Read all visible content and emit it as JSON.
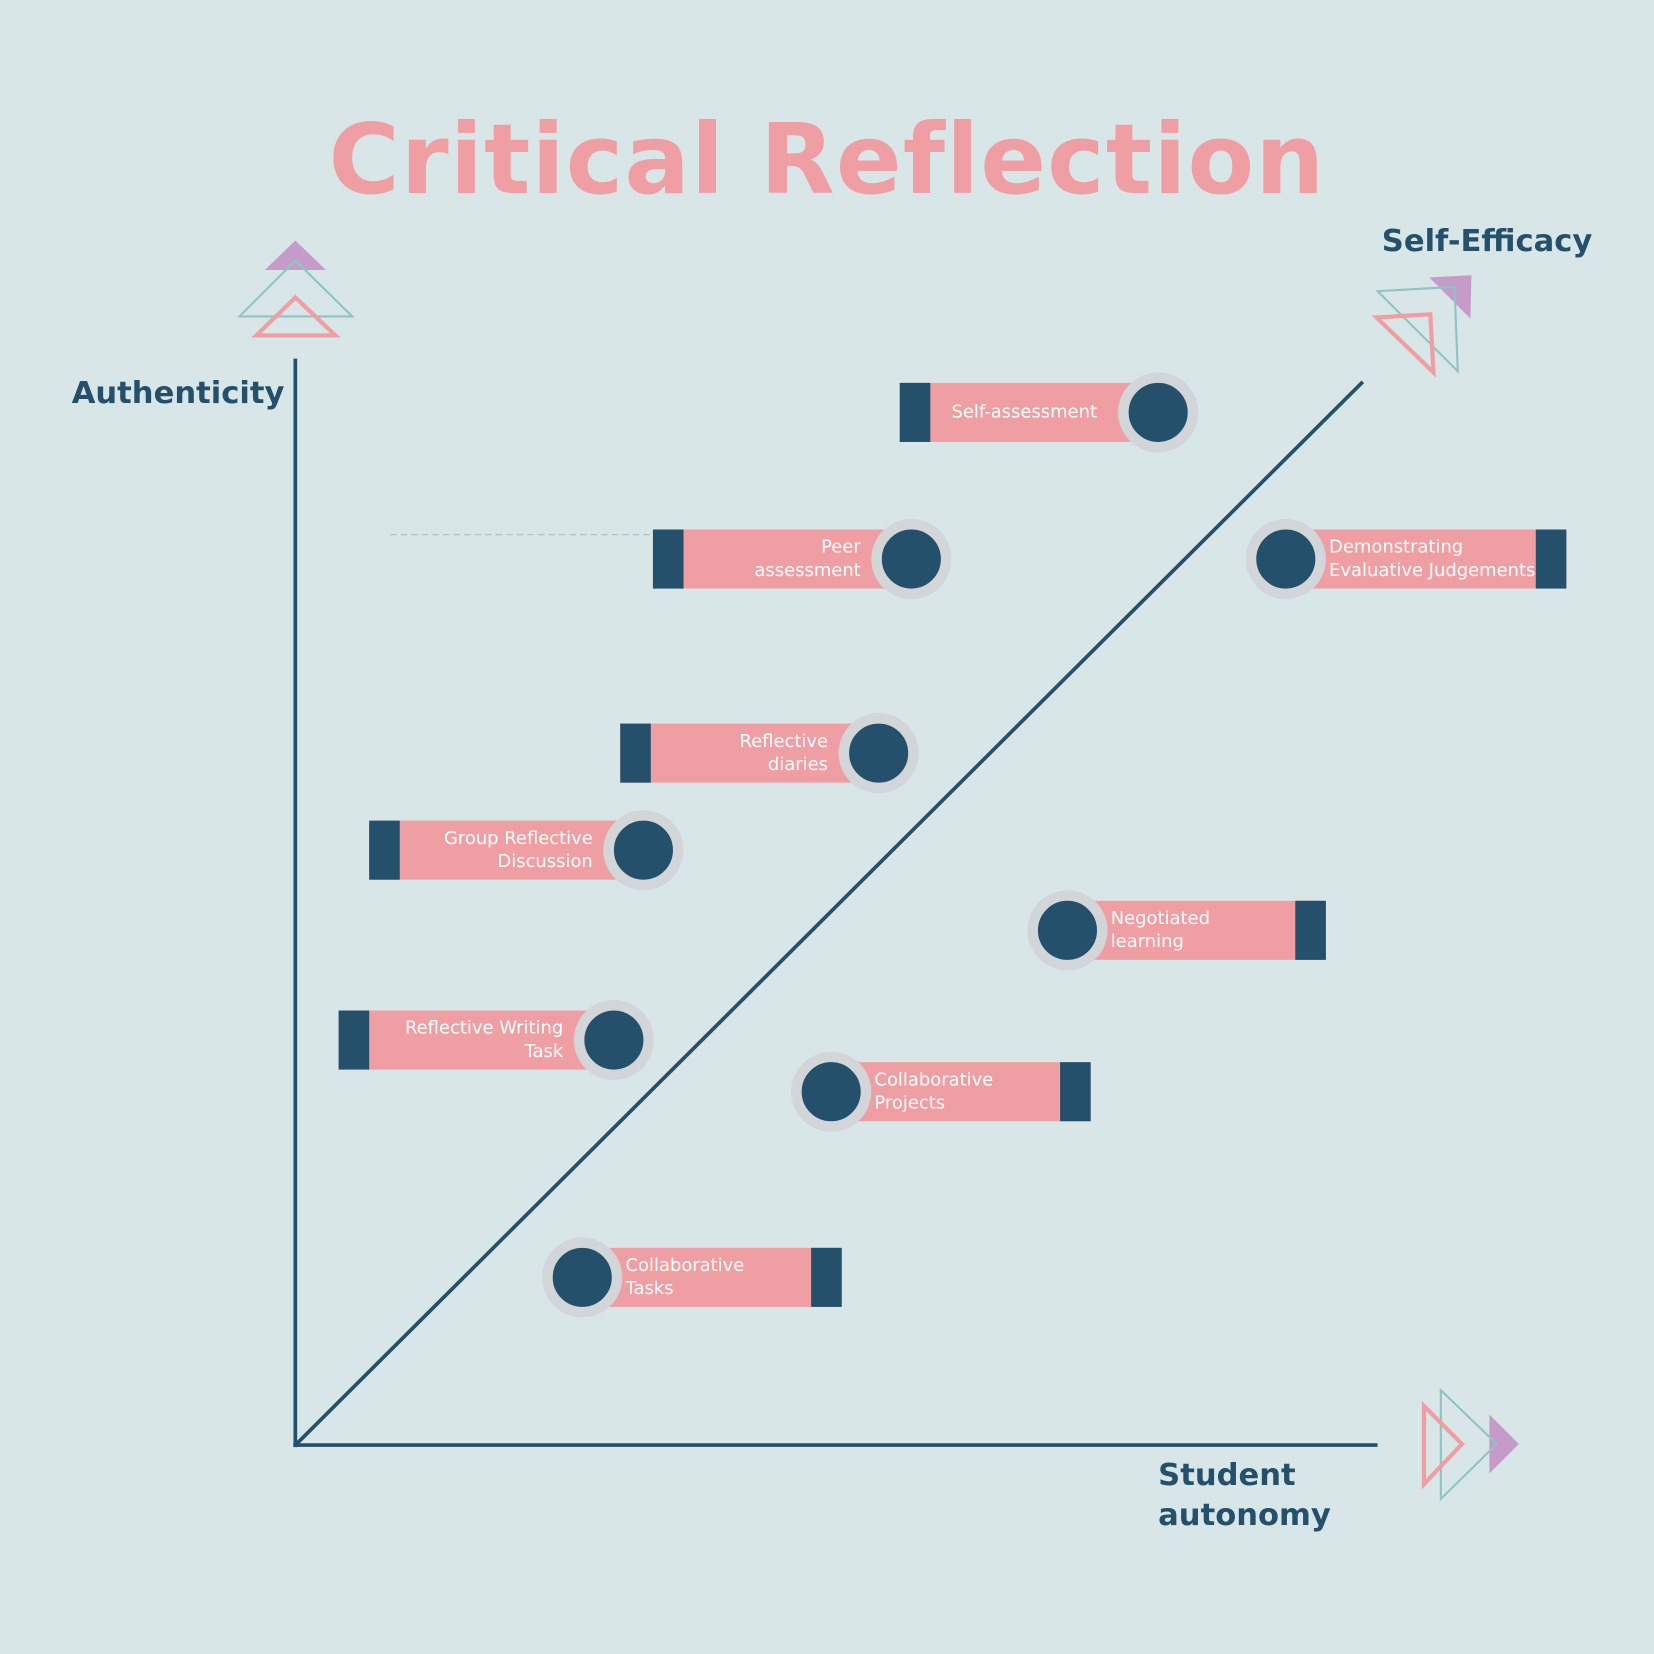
{
  "title": "Critical Reflection",
  "axes": {
    "y_label": "Authenticity",
    "x_label": "Student\nautonomy",
    "diagonal_label": "Self-Efficacy"
  },
  "colors": {
    "background": "#d8e6e8",
    "navy": "#24506b",
    "pink": "#ef9fa3",
    "teal": "#8fc4c4",
    "purple": "#c79bc9",
    "ring": "#d3d6d8"
  },
  "items": [
    {
      "label": "Self-assessment",
      "side": "left-of-line"
    },
    {
      "label": "Peer\nassessment",
      "side": "left-of-line"
    },
    {
      "label": "Demonstrating\nEvaluative Judgements",
      "side": "right-of-line"
    },
    {
      "label": "Reflective\ndiaries",
      "side": "left-of-line"
    },
    {
      "label": "Group Reflective\nDiscussion",
      "side": "left-of-line"
    },
    {
      "label": "Negotiated\nlearning",
      "side": "right-of-line"
    },
    {
      "label": "Reflective Writing\nTask",
      "side": "left-of-line"
    },
    {
      "label": "Collaborative\nProjects",
      "side": "right-of-line"
    },
    {
      "label": "Collaborative\nTasks",
      "side": "right-of-line"
    }
  ],
  "icons": [
    "triangle-stack-up-icon",
    "triangle-stack-diagonal-icon",
    "triangle-stack-right-icon"
  ]
}
